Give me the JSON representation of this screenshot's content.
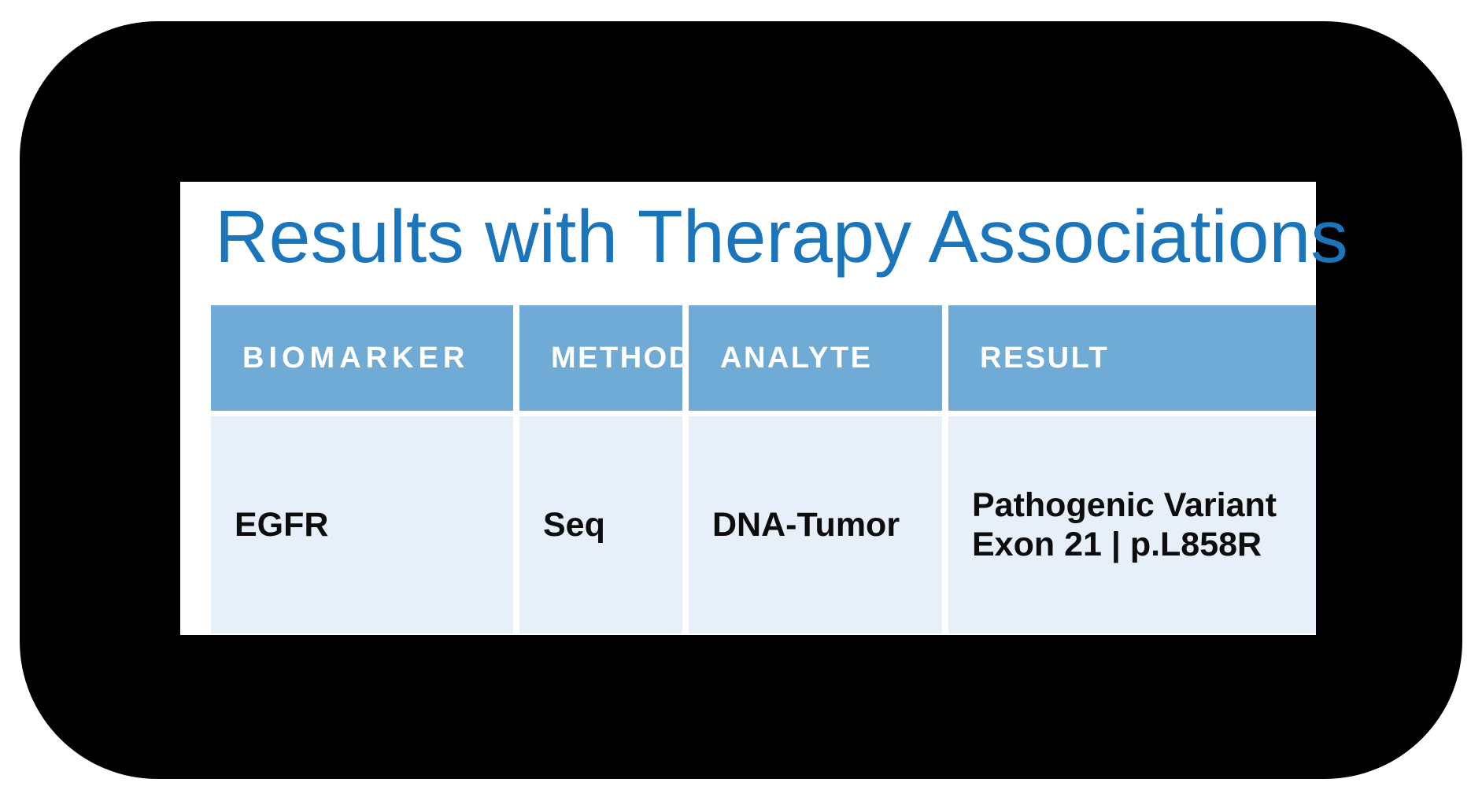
{
  "title": "Results with Therapy Associations",
  "colors": {
    "title_text": "#1b75ba",
    "header_bg": "#6fabd4",
    "header_text": "#ffffff",
    "row_bg": "#e7eff8",
    "body_text": "#0d0d0d",
    "frame": "#000000",
    "panel": "#ffffff"
  },
  "table": {
    "headers": [
      "BIOMARKER",
      "METHOD",
      "ANALYTE",
      "RESULT"
    ],
    "rows": [
      {
        "biomarker": "EGFR",
        "method": "Seq",
        "analyte": "DNA-Tumor",
        "result": [
          "Pathogenic Variant",
          "Exon 21 | p.L858R"
        ]
      }
    ]
  }
}
